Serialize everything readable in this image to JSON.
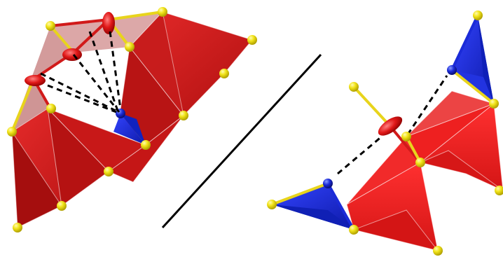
{
  "figure": {
    "panels": [
      {
        "name": "left-cluster",
        "dashed_contacts": 5
      },
      {
        "name": "right-cluster",
        "dashed_contacts": 2
      }
    ],
    "colors": {
      "red_polyhedron": "#d11a1a",
      "dark_red_polyhedron": "#a81010",
      "blue_polyhedron": "#1b2bd8",
      "yellow_atom": "#f2e41a",
      "divider": "#000000",
      "dashed_contact": "#000000"
    }
  }
}
